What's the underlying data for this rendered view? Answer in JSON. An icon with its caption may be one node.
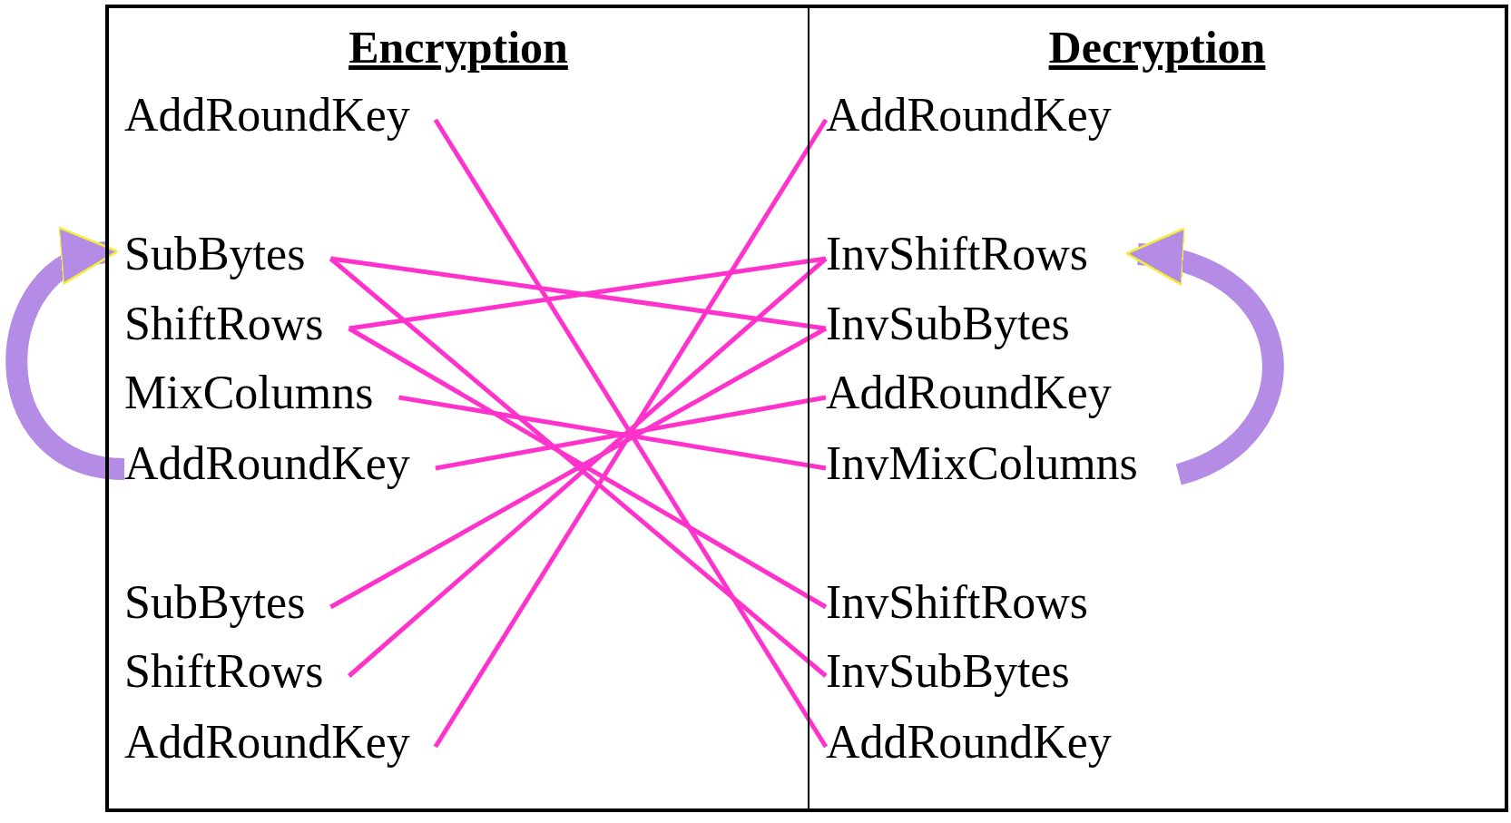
{
  "diagram": {
    "nodes": [
      {
        "text": [
          "Encryption"
        ]
      },
      {
        "text": [
          "Decryption"
        ]
      },
      {
        "text": [
          "AddRoundKey"
        ],
        "in": 0
      },
      {
        "text": [
          "SubBytes"
        ],
        "in": 0
      },
      {
        "text": [
          "ShiftRows"
        ],
        "in": 0
      },
      {
        "text": [
          "MixColumns"
        ],
        "in": 0
      },
      {
        "text": [
          "AddRoundKey"
        ],
        "in": 0
      },
      {
        "text": [
          "SubBytes"
        ],
        "in": 0
      },
      {
        "text": [
          "ShiftRows"
        ],
        "in": 0
      },
      {
        "text": [
          "AddRoundKey"
        ],
        "in": 0
      },
      {
        "text": [
          "AddRoundKey"
        ],
        "in": 1
      },
      {
        "text": [
          "InvShiftRows"
        ],
        "in": 1
      },
      {
        "text": [
          "InvSubBytes"
        ],
        "in": 1
      },
      {
        "text": [
          "AddRoundKey"
        ],
        "in": 1
      },
      {
        "text": [
          "InvMixColumns"
        ],
        "in": 1
      },
      {
        "text": [
          "InvShiftRows"
        ],
        "in": 1
      },
      {
        "text": [
          "InvSubBytes"
        ],
        "in": 1
      },
      {
        "text": [
          "AddRoundKey"
        ],
        "in": 1
      }
    ],
    "edges": [
      {
        "from": 2,
        "to": 17,
        "arrow": "none"
      },
      {
        "from": 3,
        "to": 12,
        "arrow": "none"
      },
      {
        "from": 3,
        "to": 16,
        "arrow": "none"
      },
      {
        "from": 4,
        "to": 11,
        "arrow": "none"
      },
      {
        "from": 4,
        "to": 15,
        "arrow": "none"
      },
      {
        "from": 5,
        "to": 14,
        "arrow": "none"
      },
      {
        "from": 6,
        "to": 13,
        "arrow": "none"
      },
      {
        "from": 7,
        "to": 12,
        "arrow": "none"
      },
      {
        "from": 8,
        "to": 11,
        "arrow": "none"
      },
      {
        "from": 9,
        "to": 10,
        "arrow": "none"
      },
      {
        "from": 6,
        "to": 3,
        "arrow": "to",
        "style": "thick",
        "color": "#b48ce6"
      },
      {
        "from": 14,
        "to": 11,
        "arrow": "to",
        "style": "thick",
        "color": "#b48ce6"
      }
    ]
  }
}
